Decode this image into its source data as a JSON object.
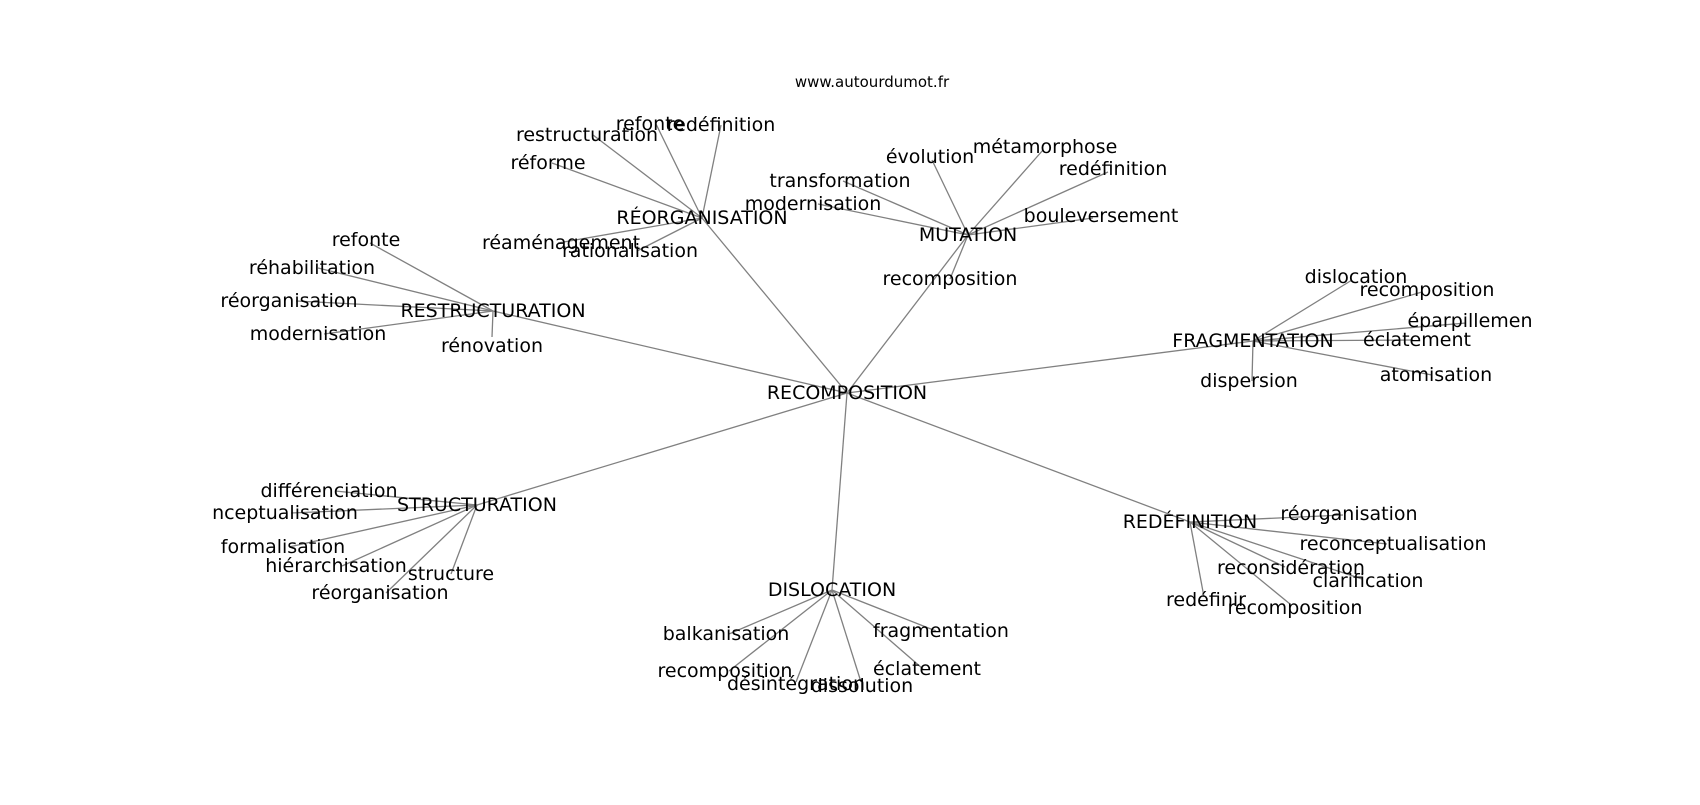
{
  "site": "www.autourdumot.fr",
  "center": "RECOMPOSITION",
  "edge_color": "#808080",
  "hubs": [
    {
      "id": "reorganisation",
      "label": "RÉORGANISATION",
      "leaves": [
        "restructuration",
        "refonte",
        "redéfinition",
        "réforme",
        "réaménagement",
        "rationalisation"
      ]
    },
    {
      "id": "mutation",
      "label": "MUTATION",
      "leaves": [
        "évolution",
        "métamorphose",
        "transformation",
        "redéfinition",
        "modernisation",
        "bouleversement",
        "recomposition"
      ]
    },
    {
      "id": "restructuration",
      "label": "RESTRUCTURATION",
      "leaves": [
        "refonte",
        "réhabilitation",
        "réorganisation",
        "modernisation",
        "rénovation"
      ]
    },
    {
      "id": "fragmentation",
      "label": "FRAGMENTATION",
      "leaves": [
        "dislocation",
        "recomposition",
        "éparpillemen",
        "éclatement",
        "atomisation",
        "dispersion"
      ]
    },
    {
      "id": "structuration",
      "label": "STRUCTURATION",
      "leaves": [
        "différenciation",
        "nceptualisation",
        "formalisation",
        "hiérarchisation",
        "structure",
        "réorganisation"
      ]
    },
    {
      "id": "redefinition",
      "label": "REDÉFINITION",
      "leaves": [
        "réorganisation",
        "reconceptualisation",
        "reconsidération",
        "clarification",
        "redéfinir",
        "recomposition"
      ]
    },
    {
      "id": "dislocation",
      "label": "DISLOCATION",
      "leaves": [
        "balkanisation",
        "fragmentation",
        "recomposition",
        "éclatement",
        "désintégration",
        "dissolution"
      ]
    }
  ]
}
